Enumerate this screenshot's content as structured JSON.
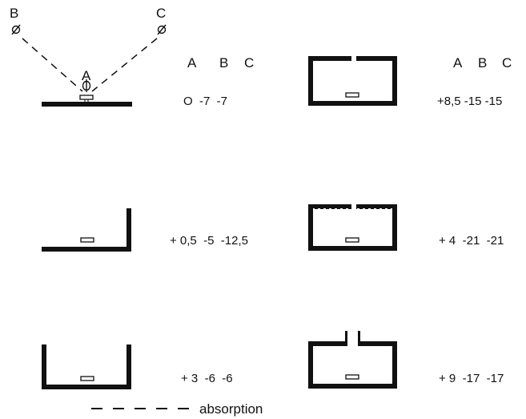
{
  "source_labels": {
    "a": "A",
    "b": "B",
    "c": "C"
  },
  "header": {
    "left": [
      "A",
      "B",
      "C"
    ],
    "right": [
      "A",
      "B",
      "C"
    ]
  },
  "configs": [
    {
      "id": "flat-plate",
      "values": "O  -7  -7"
    },
    {
      "id": "top-box-small-gap",
      "values": "+8,5 -15 -15"
    },
    {
      "id": "corner-one-wall",
      "values": "+ 0,5  -5  -12,5"
    },
    {
      "id": "top-box-dashed-lid",
      "values": "+ 4  -21  -21"
    },
    {
      "id": "open-trough",
      "values": "+ 3  -6  -6"
    },
    {
      "id": "top-box-chimney",
      "values": "+ 9  -17  -17"
    }
  ],
  "legend": {
    "label": "absorption"
  },
  "colors": {
    "ink": "#111111",
    "background": "#ffffff"
  }
}
